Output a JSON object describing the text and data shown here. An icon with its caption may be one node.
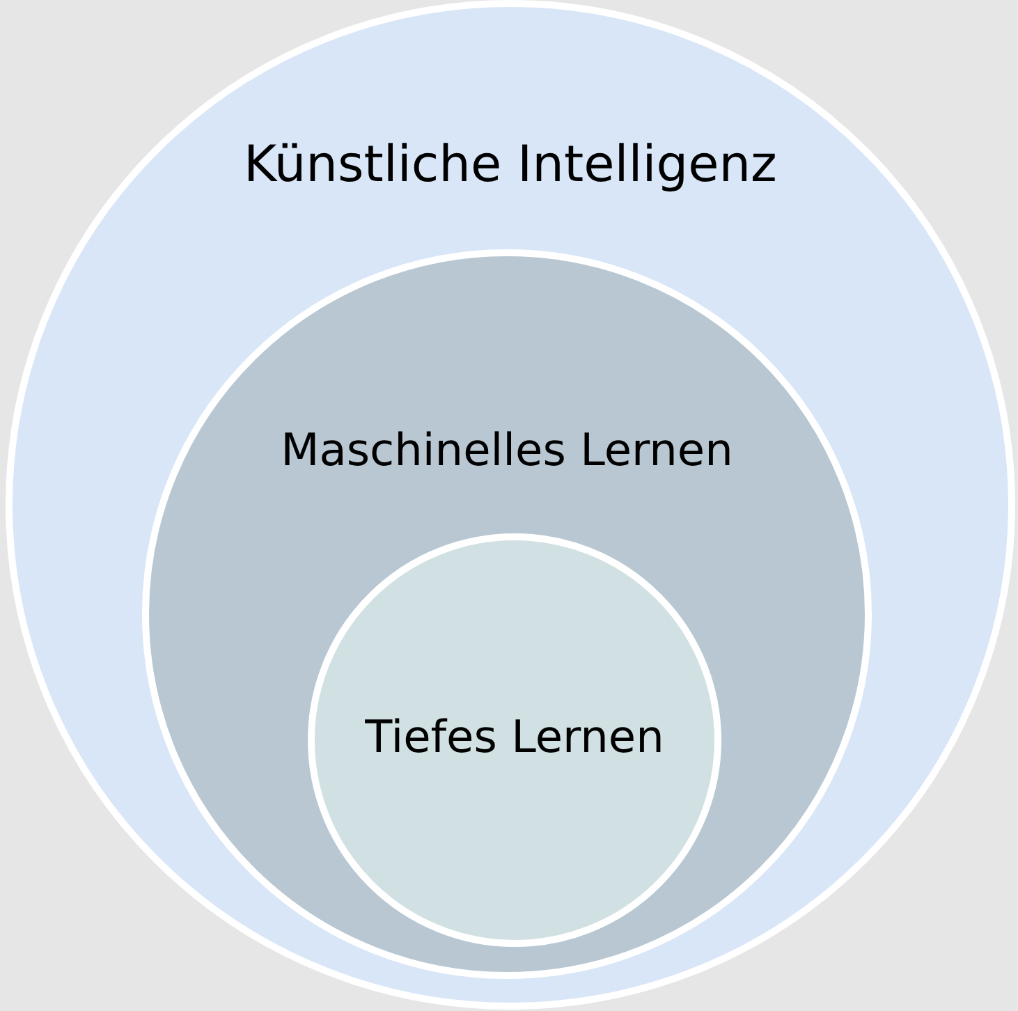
{
  "diagram": {
    "nodes": [
      {
        "text": [
          "Künstliche Intelligenz"
        ]
      },
      {
        "text": [
          "Maschinelles Lernen"
        ],
        "in": 0
      },
      {
        "text": [
          "Tiefes Lernen"
        ],
        "in": 1
      }
    ]
  }
}
